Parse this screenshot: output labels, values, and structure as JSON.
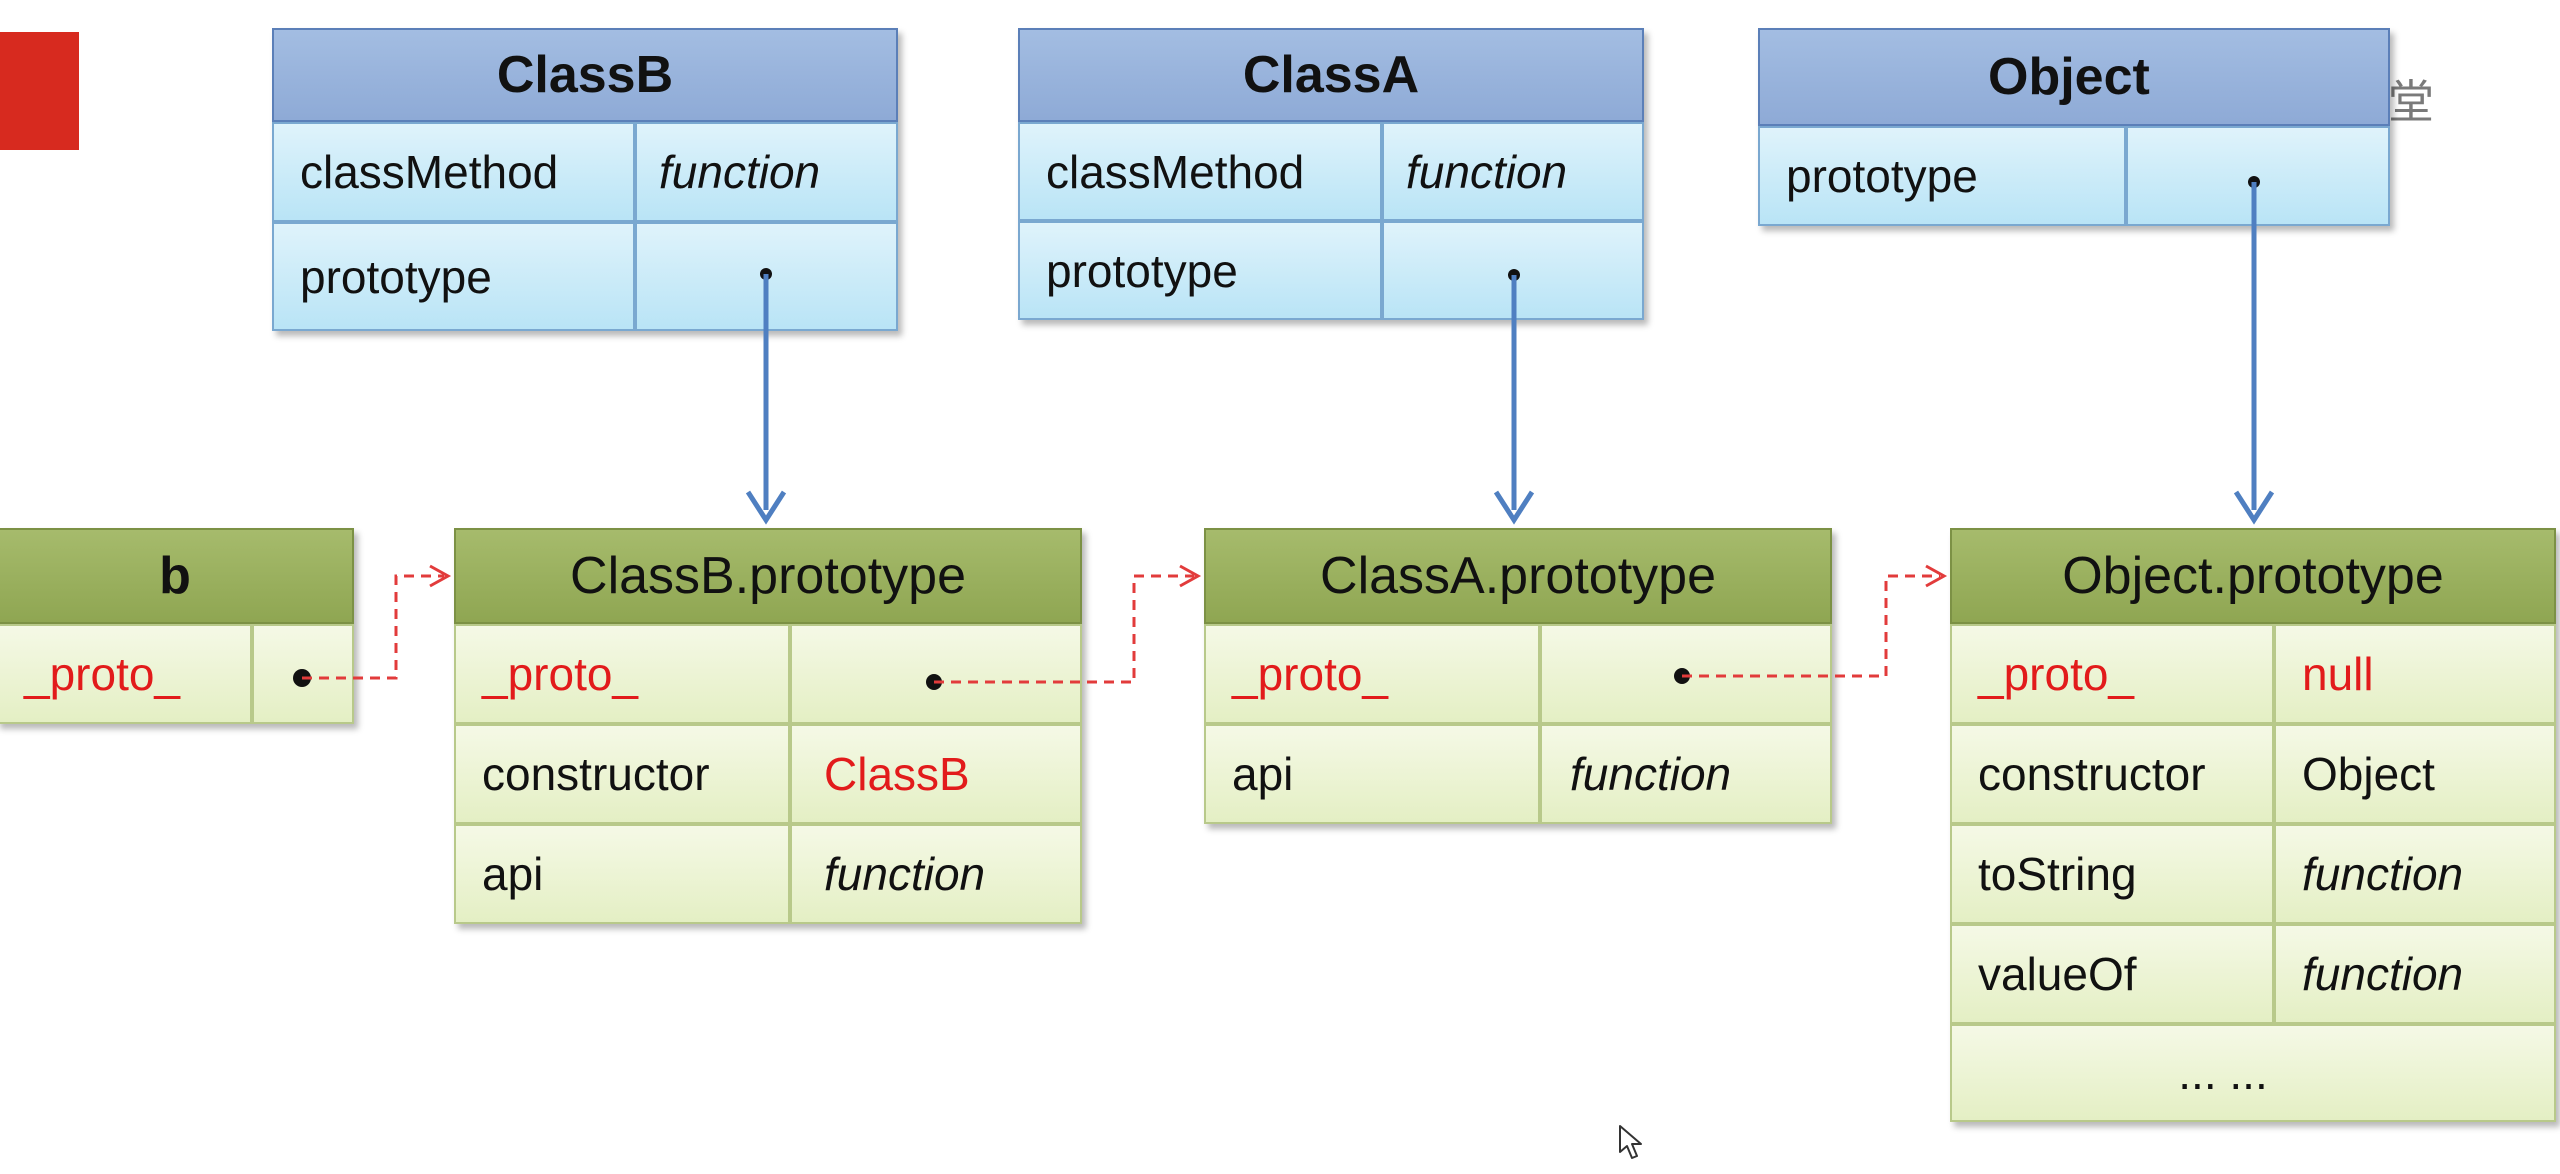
{
  "watermark": {
    "logo_text": "云课堂"
  },
  "classB": {
    "title": "ClassB",
    "rows": [
      {
        "key": "classMethod",
        "value": "function"
      },
      {
        "key": "prototype",
        "value": ""
      }
    ]
  },
  "classA": {
    "title": "ClassA",
    "rows": [
      {
        "key": "classMethod",
        "value": "function"
      },
      {
        "key": "prototype",
        "value": ""
      }
    ]
  },
  "object": {
    "title": "Object",
    "rows": [
      {
        "key": "prototype",
        "value": ""
      }
    ]
  },
  "b": {
    "title": "b",
    "rows": [
      {
        "key": "_proto_",
        "value": ""
      }
    ]
  },
  "classBPrototype": {
    "title": "ClassB.prototype",
    "rows": [
      {
        "key": "_proto_",
        "value": ""
      },
      {
        "key": "constructor",
        "value": "ClassB"
      },
      {
        "key": "api",
        "value": "function"
      }
    ]
  },
  "classAPrototype": {
    "title": "ClassA.prototype",
    "rows": [
      {
        "key": "_proto_",
        "value": ""
      },
      {
        "key": "api",
        "value": "function"
      }
    ]
  },
  "objectPrototype": {
    "title": "Object.prototype",
    "rows": [
      {
        "key": "_proto_",
        "value": "null"
      },
      {
        "key": "constructor",
        "value": "Object"
      },
      {
        "key": "toString",
        "value": "function"
      },
      {
        "key": "valueOf",
        "value": "function"
      }
    ],
    "ellipsis": "... ..."
  },
  "colors": {
    "accent_red": "#e21b1b",
    "arrow_blue": "#4f7fc1",
    "dashed_red": "#e23b3b"
  }
}
